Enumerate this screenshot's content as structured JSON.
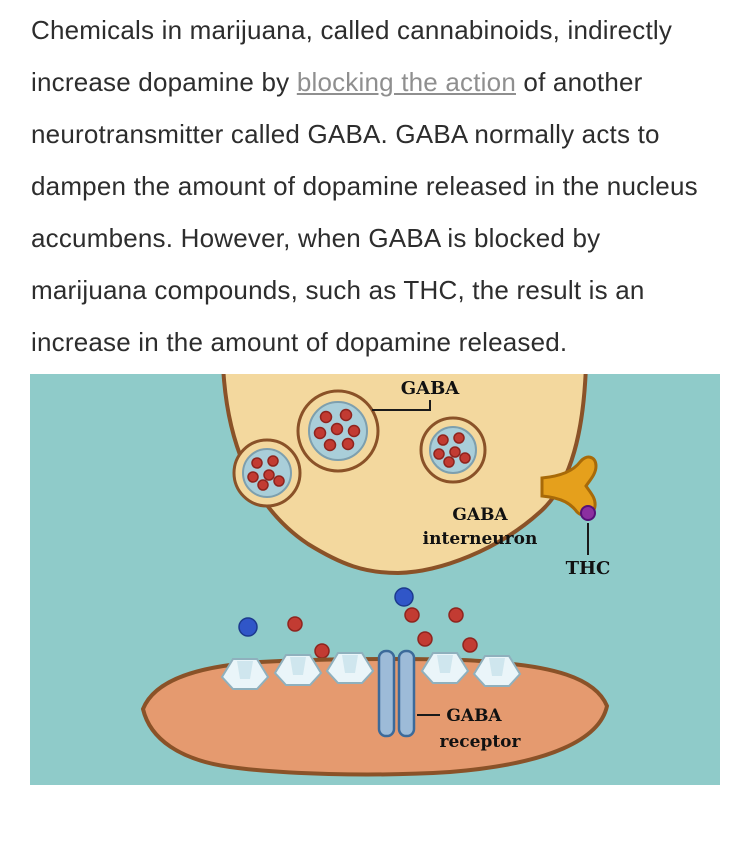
{
  "article": {
    "text_before": "Chemicals in marijuana, called cannabinoids, indirectly increase dopamine by ",
    "link_text": "blocking the action",
    "text_after": " of another neurotransmitter called GABA. GABA normally acts to dampen the amount of dopamine released in the nucleus accumbens. However, when GABA is blocked by marijuana compounds, such as THC, the result is an increase in the amount of dopamine released."
  },
  "diagram": {
    "labels": {
      "vesicle": "GABA",
      "interneuron_line1": "GABA",
      "interneuron_line2": "interneuron",
      "thc": "THC",
      "receptor_line1": "GABA",
      "receptor_line2": "receptor"
    },
    "colors": {
      "background": "#8fcbc9",
      "presynaptic_fill": "#f3d89e",
      "postsynaptic_fill": "#e59a6f",
      "membrane_stroke": "#8a5228",
      "vesicle_inner": "#a9ced9",
      "neurotransmitter_red": "#c23b32",
      "neurotransmitter_blue": "#3056c8",
      "thc_receptor_orange": "#e5a01c",
      "thc_dot_purple": "#8b2fa0",
      "channel_blue": "#9dbbd8",
      "link_color": "#8f8f8f"
    }
  }
}
